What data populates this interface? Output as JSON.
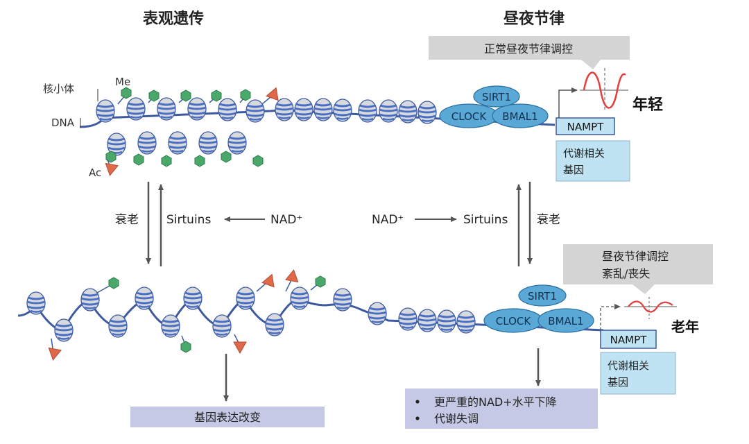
{
  "headings": {
    "left": "表观遗传",
    "right": "昼夜节律"
  },
  "labels": {
    "nucleosome": "核小体",
    "dna": "DNA",
    "me": "Me",
    "ac": "Ac",
    "aging_left": "衰老",
    "aging_right": "衰老",
    "sirtuins_left": "Sirtuins",
    "sirtuins_right": "Sirtuins",
    "nad_left": "NAD⁺",
    "nad_right": "NAD⁺",
    "young": "年轻",
    "old": "老年"
  },
  "top_complex": {
    "sirt1": "SIRT1",
    "clock": "CLOCK",
    "bmal1": "BMAL1",
    "nampt": "NAMPT",
    "metab_line1": "代谢相关",
    "metab_line2": "基因"
  },
  "bottom_complex": {
    "sirt1": "SIRT1",
    "clock": "CLOCK",
    "bmal1": "BMAL1",
    "nampt": "NAMPT",
    "metab_line1": "代谢相关",
    "metab_line2": "基因"
  },
  "callouts": {
    "normal": "正常昼夜节律调控",
    "disrupted_line1": "昼夜节律调控",
    "disrupted_line2": "紊乱/丧失"
  },
  "outcomes": {
    "gene_expression": "基因表达改变",
    "bullets": [
      "更严重的NAD+水平下降",
      "代谢失调"
    ]
  },
  "colors": {
    "dna": "#3d5a9e",
    "nucleosome_blue": "#4a6fc2",
    "nucleosome_gray": "#d6d9de",
    "methyl": "#4aa86a",
    "acetyl": "#e0694a",
    "protein": "#5aa8d6",
    "protein_stroke": "#2a6fa0",
    "gene_box": "#bfe3f2",
    "rhythm": "#e04040",
    "callout": "#d4d4d4",
    "outcome_box": "#c6c9e6",
    "arrow": "#555555"
  }
}
